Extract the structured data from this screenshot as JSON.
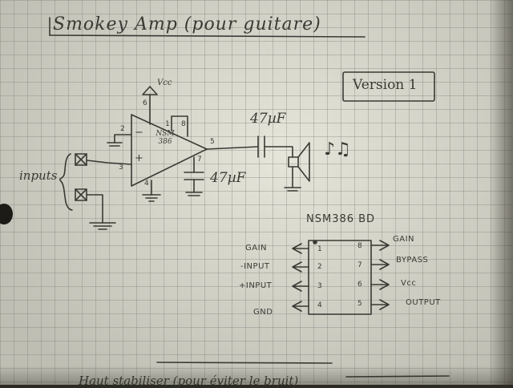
{
  "title": "Smokey Amp (pour guitare)",
  "version": "Version 1",
  "schematic": {
    "vcc": "Vcc",
    "chip": "NSM 386",
    "cap_output": "47µF",
    "cap_bypass": "47µF",
    "inputs": "inputs",
    "music_note": "♪♫",
    "pins": {
      "p1": "1",
      "p2": "2",
      "p3": "3",
      "p4": "4",
      "p5": "5",
      "p6": "6",
      "p7": "7",
      "p8": "8"
    },
    "minus": "−",
    "plus": "+"
  },
  "pinout": {
    "heading": "NSM386 BD",
    "left": [
      {
        "num": "1",
        "label": "GAIN"
      },
      {
        "num": "2",
        "label": "-INPUT"
      },
      {
        "num": "3",
        "label": "+INPUT"
      },
      {
        "num": "4",
        "label": "GND"
      }
    ],
    "right": [
      {
        "num": "8",
        "label": "GAIN"
      },
      {
        "num": "7",
        "label": "BYPASS"
      },
      {
        "num": "6",
        "label": "Vcc"
      },
      {
        "num": "5",
        "label": "OUTPUT"
      }
    ]
  },
  "footer_note": "Haut stabiliser (pour éviter le bruit)"
}
